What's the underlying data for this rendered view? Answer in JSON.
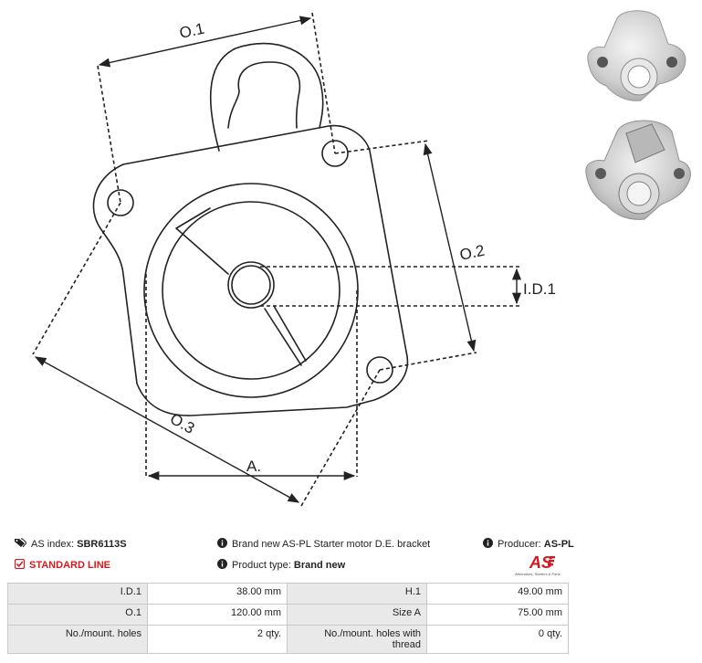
{
  "diagram": {
    "labels": {
      "o1": "O.1",
      "o2": "O.2",
      "o3": "O.3",
      "a": "A.",
      "id1": "I.D.1"
    }
  },
  "photos": [
    "bracket-photo-front",
    "bracket-photo-back"
  ],
  "info": {
    "as_index_label": "AS index:",
    "as_index_value": "SBR6113S",
    "description": "Brand new AS-PL Starter motor D.E. bracket",
    "producer_label": "Producer:",
    "producer_value": "AS-PL",
    "line": "STANDARD LINE",
    "product_type_label": "Product type:",
    "product_type_value": "Brand new",
    "logo_text": "AS",
    "logo_tagline": "Alternators, Starters & Parts"
  },
  "colors": {
    "accent": "#d6191f",
    "key_cell": "#e9e9e9",
    "border": "#c9c9c9"
  },
  "specs": [
    {
      "k1": "I.D.1",
      "v1": "38.00 mm",
      "k2": "H.1",
      "v2": "49.00 mm"
    },
    {
      "k1": "O.1",
      "v1": "120.00 mm",
      "k2": "Size A",
      "v2": "75.00 mm"
    },
    {
      "k1": "No./mount. holes",
      "v1": "2 qty.",
      "k2": "No./mount. holes with thread",
      "v2": "0 qty."
    }
  ]
}
